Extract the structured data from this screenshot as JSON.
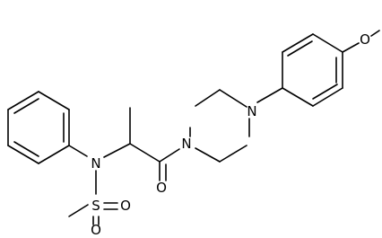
{
  "atoms": {
    "o_methoxy": "O",
    "n_piperazine_aryl": "N",
    "n_piperazine_amide": "N",
    "o_carbonyl": "O",
    "n_sulfonamide": "N",
    "s_sulfonyl": "S",
    "o_sulfonyl_1": "O",
    "o_sulfonyl_2": "O"
  }
}
